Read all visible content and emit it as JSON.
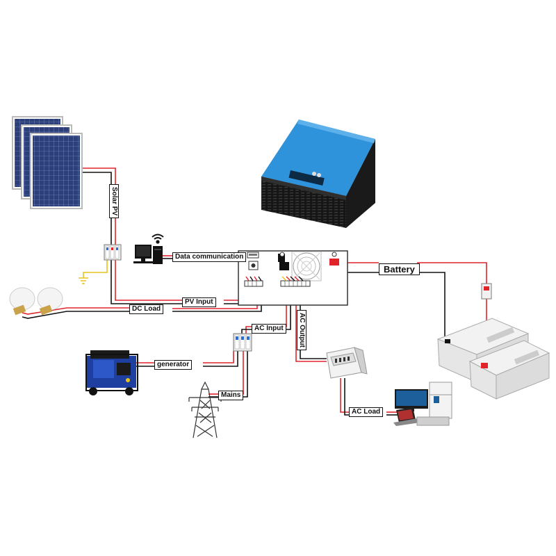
{
  "labels": {
    "solar_pv": "Solar PV",
    "data_communication": "Data communication",
    "battery": "Battery",
    "pv_input": "PV Input",
    "dc_load": "DC Load",
    "ac_input": "AC Input",
    "ac_output": "AC Output",
    "generator": "generator",
    "mains": "Mains",
    "ac_load": "AC Load"
  },
  "colors": {
    "wire_red": "#e0242a",
    "wire_black": "#111111",
    "ground_yellow": "#e8c21c",
    "inverter_blue": "#2c8fd8",
    "inverter_body": "#1e1e1e",
    "panel_blue": "#2c3f7a",
    "battery_gray": "#e6e6e6"
  },
  "icons": [
    "solar-panel-icon",
    "inverter-icon",
    "computer-icon",
    "wifi-icon",
    "breaker-icon",
    "light-bulb-icon",
    "generator-icon",
    "power-tower-icon",
    "distribution-box-icon",
    "battery-icon",
    "monitor-icon",
    "laptop-icon",
    "refrigerator-icon",
    "ground-icon",
    "fan-icon"
  ]
}
